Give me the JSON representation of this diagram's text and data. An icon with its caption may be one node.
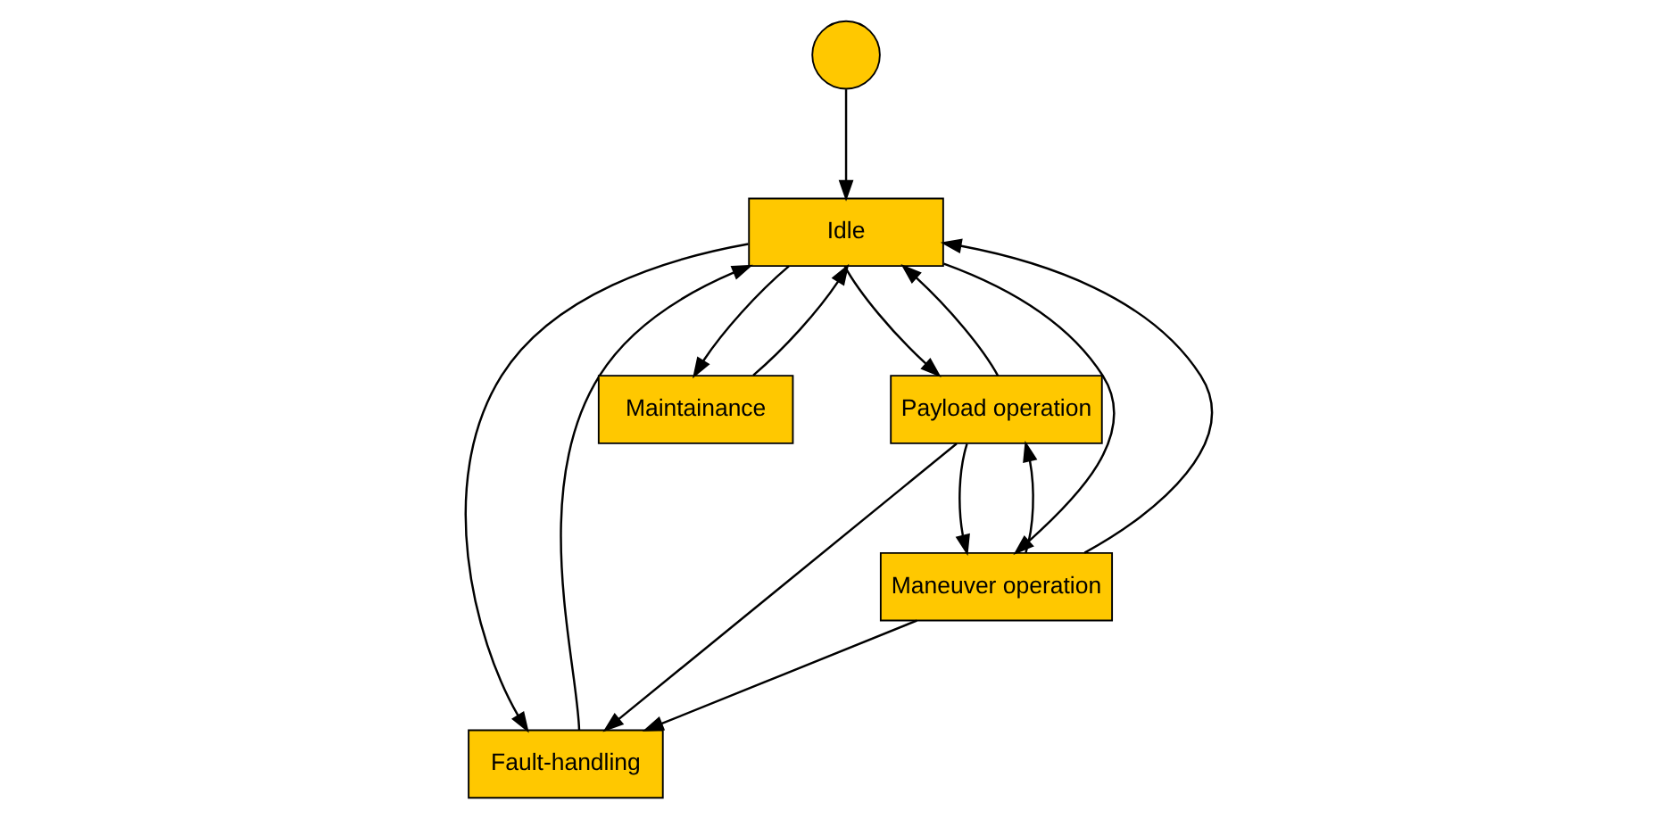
{
  "diagram": {
    "nodes": [
      {
        "text": [],
        "shape": "circle"
      },
      {
        "text": [
          "Fault-handling"
        ]
      },
      {
        "text": [
          "Maintainance"
        ]
      },
      {
        "text": [
          "Idle"
        ]
      },
      {
        "text": [
          "Payload operation"
        ]
      },
      {
        "text": [
          "Maneuver operation"
        ]
      }
    ],
    "edges": [
      {
        "from": 0,
        "to": 3,
        "arrow": "to"
      },
      {
        "from": 2,
        "to": 3,
        "arrow": "to"
      },
      {
        "from": 3,
        "to": 2,
        "arrow": "to"
      },
      {
        "from": 1,
        "to": 3,
        "arrow": "to"
      },
      {
        "from": 3,
        "to": 1,
        "arrow": "to"
      },
      {
        "from": 5,
        "to": 1,
        "arrow": "to"
      },
      {
        "from": 4,
        "to": 1,
        "arrow": "to"
      },
      {
        "from": 3,
        "to": 4,
        "arrow": "to"
      },
      {
        "from": 4,
        "to": 3,
        "arrow": "to"
      },
      {
        "from": 3,
        "to": 5,
        "arrow": "to"
      },
      {
        "from": 5,
        "to": 3,
        "arrow": "to"
      },
      {
        "from": 5,
        "to": 4,
        "arrow": "to"
      },
      {
        "from": 4,
        "to": 5,
        "arrow": "to"
      }
    ]
  }
}
